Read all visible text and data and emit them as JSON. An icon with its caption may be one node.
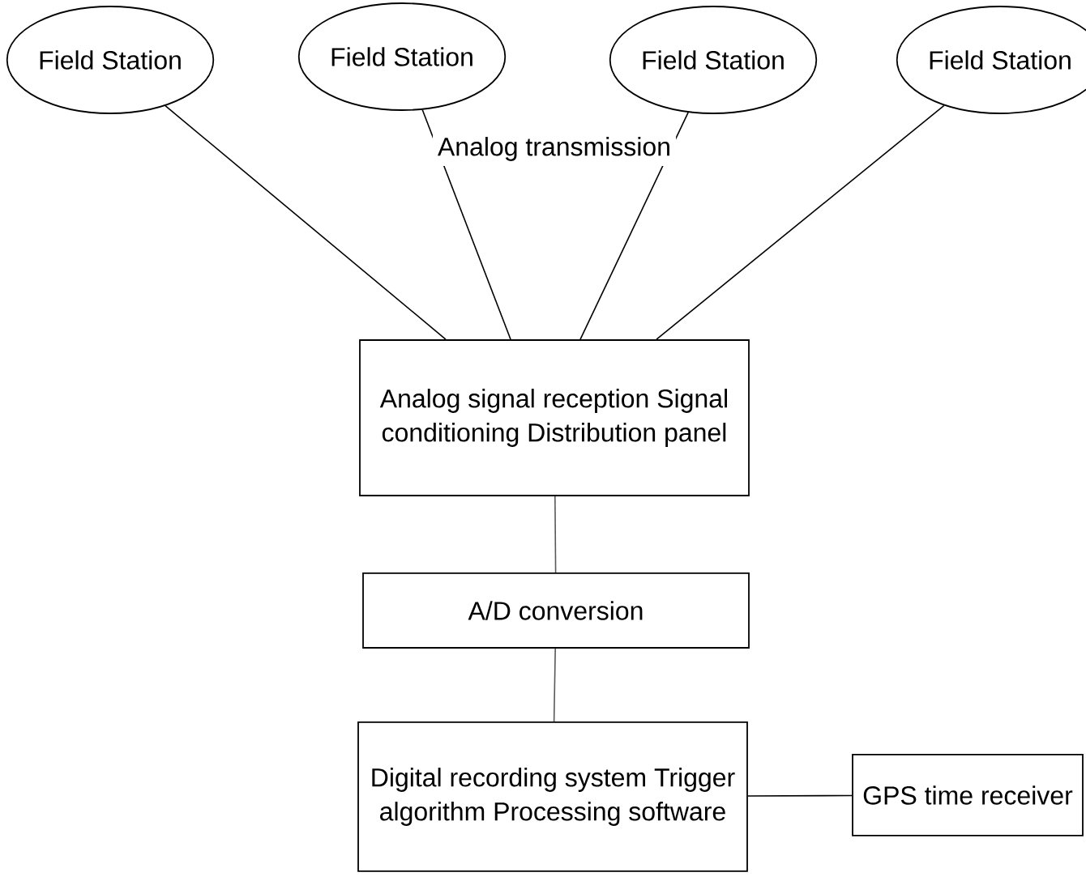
{
  "diagram": {
    "nodes": [
      {
        "text": [
          "Field Station"
        ]
      },
      {
        "text": [
          "Field Station"
        ]
      },
      {
        "text": [
          "Field Station"
        ]
      },
      {
        "text": [
          "Field Station"
        ]
      },
      {
        "text": [
          "Analog signal reception Signal conditioning Distribution panel"
        ]
      },
      {
        "text": [
          "A/D conversion"
        ]
      },
      {
        "text": [
          "Digital recording system Trigger algorithm Processing software"
        ]
      },
      {
        "text": [
          "GPS time receiver"
        ]
      }
    ],
    "edges": [
      {
        "from": 0,
        "to": 4,
        "arrow": "none"
      },
      {
        "from": 1,
        "to": 4,
        "arrow": "none"
      },
      {
        "from": 2,
        "to": 4,
        "arrow": "none"
      },
      {
        "from": 3,
        "to": 4,
        "arrow": "none"
      },
      {
        "from": 4,
        "to": 5,
        "arrow": "none"
      },
      {
        "from": 5,
        "to": 6,
        "arrow": "none"
      },
      {
        "from": 6,
        "to": 7,
        "arrow": "none"
      }
    ],
    "labels": [
      "Analog transmission"
    ]
  }
}
